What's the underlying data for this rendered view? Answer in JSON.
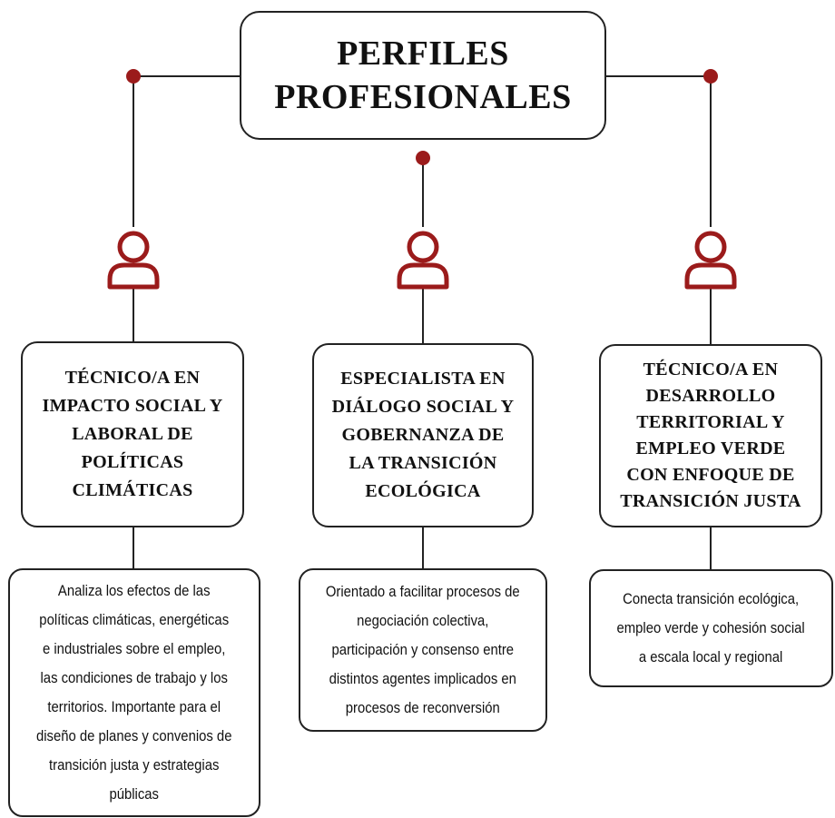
{
  "title": "PERFILES\nPROFESIONALES",
  "colors": {
    "accent": "#9b1b1b",
    "line": "#222222"
  },
  "icons": [
    "person-icon",
    "person-icon",
    "person-icon"
  ],
  "profiles": [
    {
      "title": "TÉCNICO/A EN\nIMPACTO SOCIAL Y\nLABORAL DE\nPOLÍTICAS\nCLIMÁTICAS",
      "description": "Analiza los efectos de las\npolíticas climáticas, energéticas\ne industriales sobre el empleo,\nlas condiciones de trabajo y los\nterritorios. Importante para el\ndiseño de planes y convenios de\ntransición justa y estrategias\npúblicas"
    },
    {
      "title": "ESPECIALISTA EN\nDIÁLOGO SOCIAL Y\nGOBERNANZA DE\nLA TRANSICIÓN\nECOLÓGICA",
      "description": "Orientado a facilitar procesos de\nnegociación colectiva,\nparticipación y consenso entre\ndistintos agentes implicados en\nprocesos de reconversión"
    },
    {
      "title": "TÉCNICO/A EN\nDESARROLLO\nTERRITORIAL Y\nEMPLEO VERDE\nCON ENFOQUE DE\nTRANSICIÓN JUSTA",
      "description": "Conecta transición ecológica,\nempleo verde y cohesión social\na escala local y regional"
    }
  ]
}
